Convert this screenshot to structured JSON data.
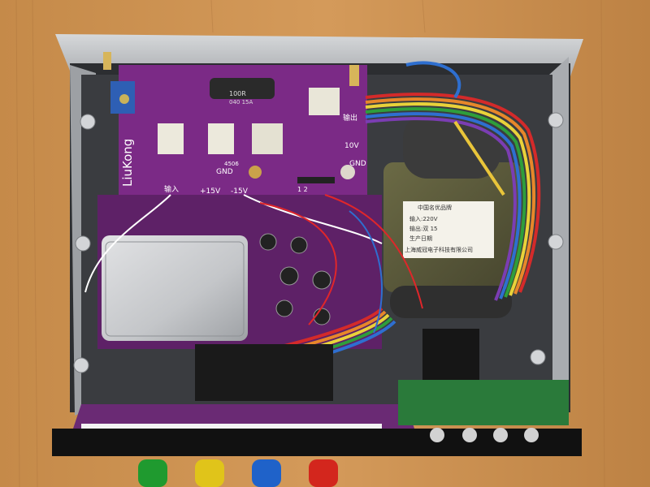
{
  "scene": {
    "description_colors": {
      "table_wood": "#c98f4f",
      "chassis_metal": "#b9bcc0",
      "pcb_purple": "#7b2a86",
      "transformer_tape": "#5c5a3a",
      "shield_can": "#c7c9cc",
      "front_panel": "#121212"
    }
  },
  "board": {
    "brand": "LiuKong",
    "label_input": "输入",
    "label_output": "输出",
    "label_plus15": "+15V",
    "label_minus15": "-15V",
    "label_gnd_left": "GND",
    "label_gnd_right": "GND",
    "label_10v": "10V",
    "label_serial": "4506",
    "label_resistor": "100R",
    "label_resistor2": "040 15A",
    "label_12": "1  2"
  },
  "transformer": {
    "brand": "中国名优品牌",
    "line1": "输入:220V",
    "line2": "输出:双 15",
    "line3": "生产日期",
    "maker": "上海威冠电子科技有限公司"
  },
  "knobs": [
    {
      "color": "#1f9a2f"
    },
    {
      "color": "#e0c41a"
    },
    {
      "color": "#1f62c9"
    },
    {
      "color": "#d3261d"
    }
  ]
}
